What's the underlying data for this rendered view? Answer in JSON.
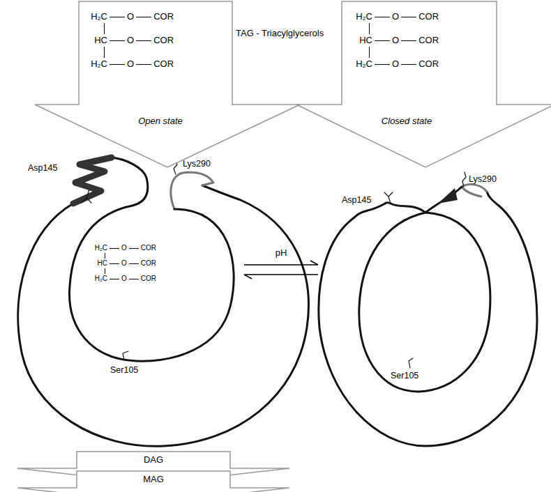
{
  "diagram": {
    "nodes": [
      {
        "text": [
          "H₂C",
          "O",
          "COR",
          "HC",
          "O",
          "COR",
          "H₂C",
          "O",
          "COR",
          "Open state"
        ]
      },
      {
        "text": [
          "H₂C",
          "O",
          "COR",
          "HC",
          "O",
          "COR",
          "H₂C",
          "O",
          "COR",
          "Closed state"
        ]
      },
      {
        "text": [
          "Asp145",
          "Lys290",
          "H₂C",
          "O",
          "COR",
          "HC",
          "O",
          "COR",
          "H₂C",
          "O",
          "COR",
          "Ser105"
        ]
      },
      {
        "text": [
          "Lys290",
          "Asp145",
          "Ser105"
        ]
      },
      {
        "text": [
          "DAG"
        ]
      },
      {
        "text": [
          "MAG"
        ]
      }
    ],
    "edges": [
      {
        "from": 2,
        "to": 3,
        "label": "pH",
        "arrow": "both"
      }
    ],
    "labels": [
      "TAG - Triacylglycerols"
    ]
  }
}
